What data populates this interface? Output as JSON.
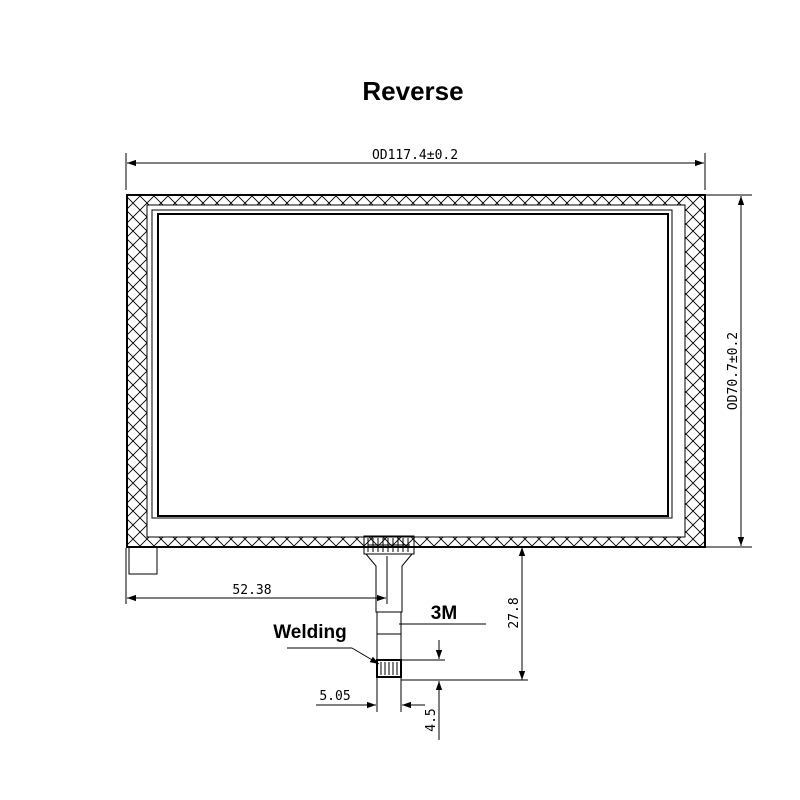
{
  "title": "Reverse",
  "dimensions": {
    "width": "OD117.4±0.2",
    "height": "OD70.7±0.2",
    "left_offset": "52.38",
    "tail_length": "27.8",
    "tail_width": "5.05",
    "welding_length": "4.5"
  },
  "labels": {
    "tape": "3M",
    "welding": "Welding"
  }
}
